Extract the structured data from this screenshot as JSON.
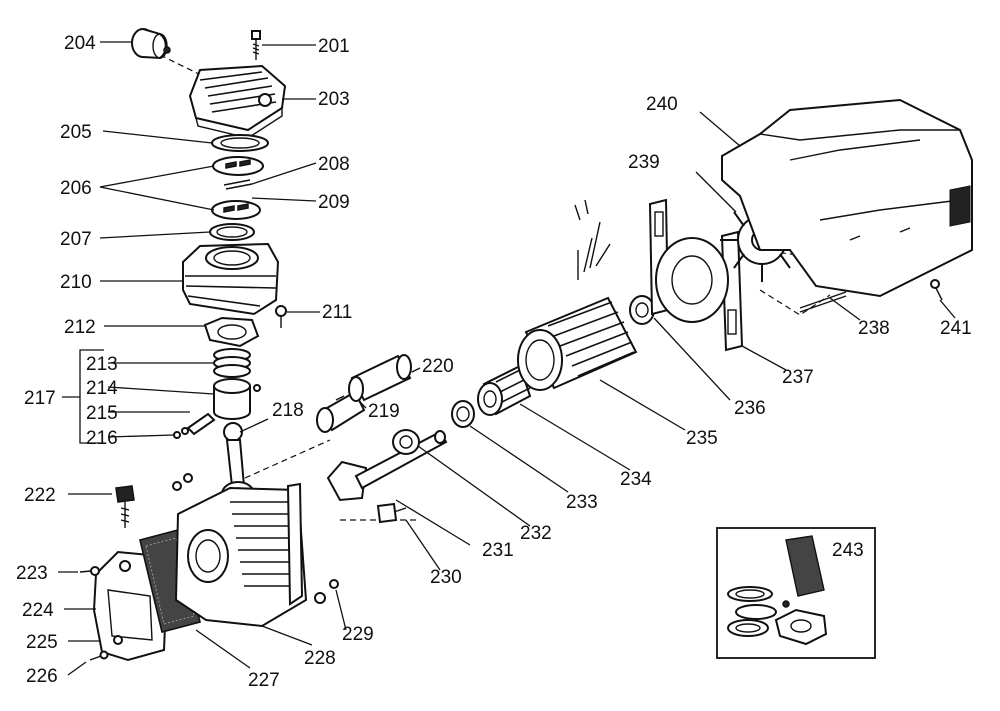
{
  "labels": {
    "p201": "201",
    "p203": "203",
    "p204": "204",
    "p205": "205",
    "p206": "206",
    "p207": "207",
    "p208": "208",
    "p209": "209",
    "p210": "210",
    "p211": "211",
    "p212": "212",
    "p213": "213",
    "p214": "214",
    "p215": "215",
    "p216": "216",
    "p217": "217",
    "p218": "218",
    "p219": "219",
    "p220": "220",
    "p222": "222",
    "p223": "223",
    "p224": "224",
    "p225": "225",
    "p226": "226",
    "p227": "227",
    "p228": "228",
    "p229": "229",
    "p230": "230",
    "p231": "231",
    "p232": "232",
    "p233": "233",
    "p234": "234",
    "p235": "235",
    "p236": "236",
    "p237": "237",
    "p238": "238",
    "p239": "239",
    "p240": "240",
    "p241": "241",
    "p243": "243"
  }
}
